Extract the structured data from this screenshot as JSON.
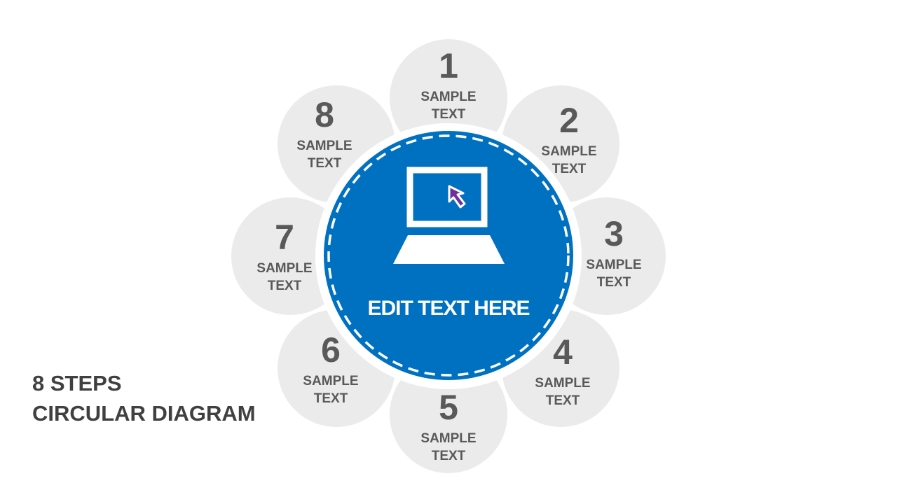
{
  "title": {
    "line1": "8 STEPS",
    "line2": "CIRCULAR DIAGRAM"
  },
  "center": {
    "label": "EDIT TEXT HERE",
    "icon": "laptop-cursor-icon",
    "color": "#0070c0",
    "cursor_color": "#7030a0"
  },
  "steps": [
    {
      "number": "1",
      "label_line1": "SAMPLE",
      "label_line2": "TEXT"
    },
    {
      "number": "2",
      "label_line1": "SAMPLE",
      "label_line2": "TEXT"
    },
    {
      "number": "3",
      "label_line1": "SAMPLE",
      "label_line2": "TEXT"
    },
    {
      "number": "4",
      "label_line1": "SAMPLE",
      "label_line2": "TEXT"
    },
    {
      "number": "5",
      "label_line1": "SAMPLE",
      "label_line2": "TEXT"
    },
    {
      "number": "6",
      "label_line1": "SAMPLE",
      "label_line2": "TEXT"
    },
    {
      "number": "7",
      "label_line1": "SAMPLE",
      "label_line2": "TEXT"
    },
    {
      "number": "8",
      "label_line1": "SAMPLE",
      "label_line2": "TEXT"
    }
  ],
  "colors": {
    "petal": "#ebebeb",
    "step_text": "#595959",
    "title_text": "#404040"
  }
}
